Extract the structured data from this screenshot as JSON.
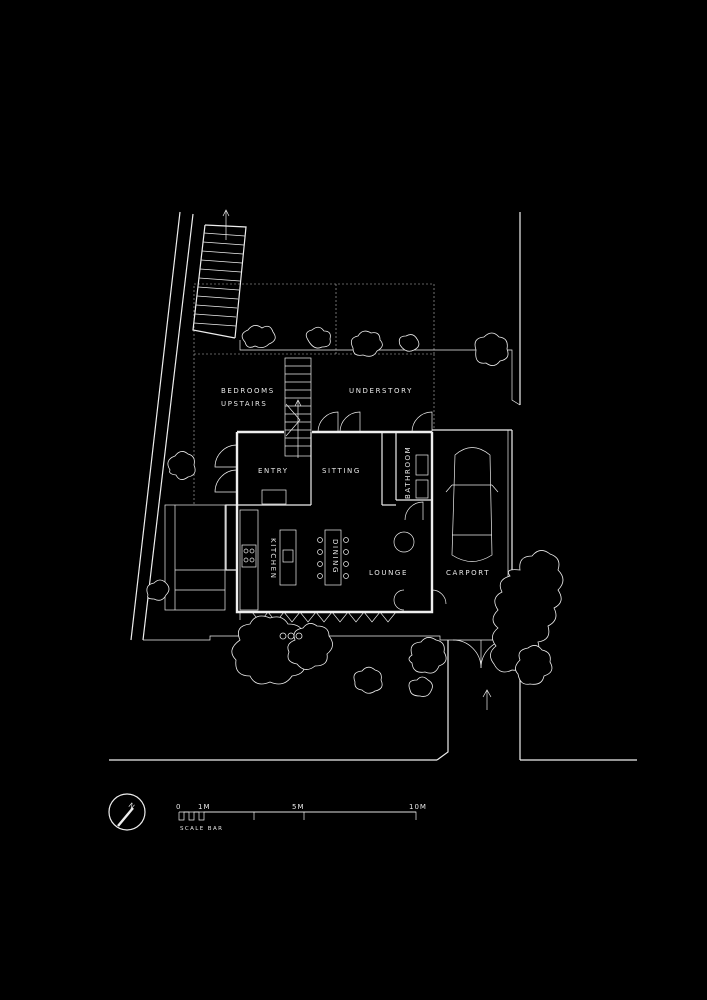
{
  "rooms": {
    "bedrooms_line1": "BEDROOMS",
    "bedrooms_line2": "UPSTAIRS",
    "understory": "UNDERSTORY",
    "entry": "ENTRY",
    "sitting": "SITTING",
    "bathroom": "BATHROOM",
    "kitchen": "KITCHEN",
    "dining": "DINING",
    "lounge": "LOUNGE",
    "carport": "CARPORT"
  },
  "scale_bar": {
    "label": "SCALE BAR",
    "ticks": [
      "0",
      "1M",
      "5M",
      "10M"
    ]
  },
  "north_symbol": "N"
}
